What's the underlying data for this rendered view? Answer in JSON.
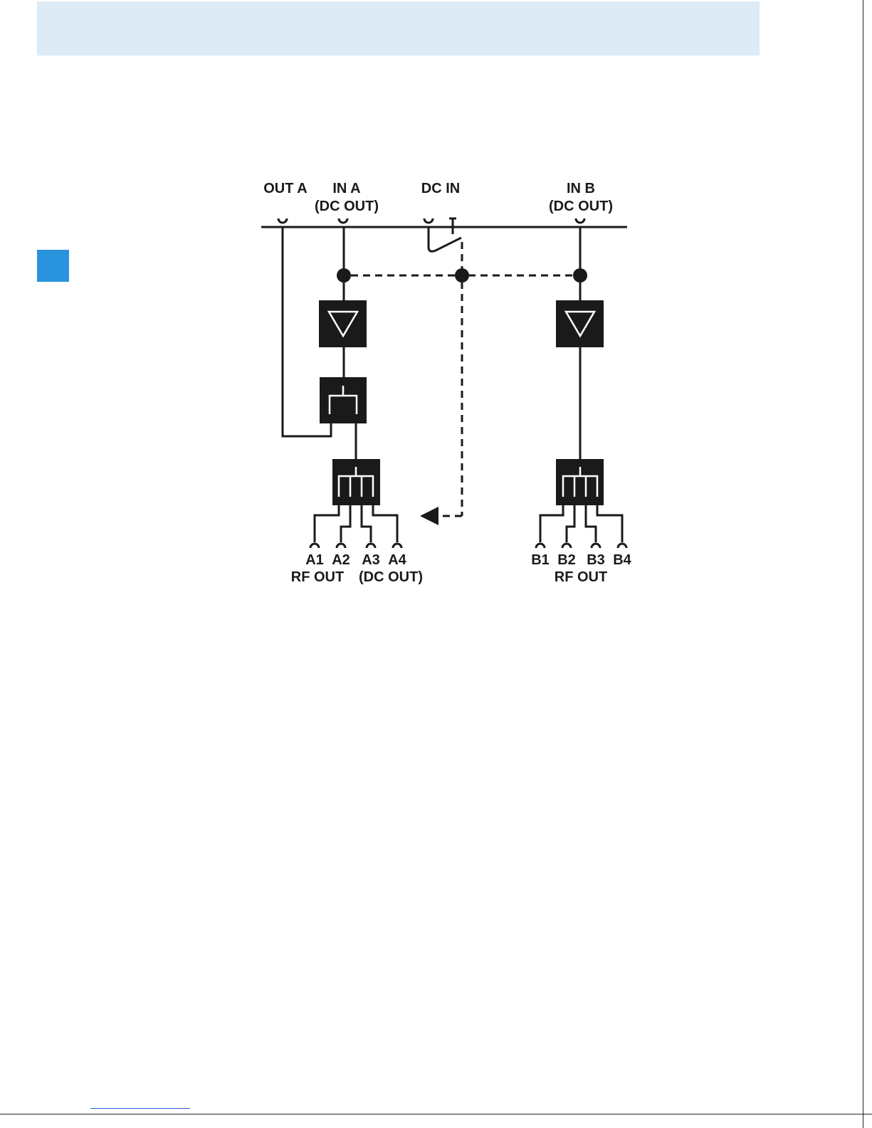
{
  "colors": {
    "header_band": "#ddebf7",
    "side_marker": "#2a93dd",
    "ink": "#1a1a1a"
  },
  "labels": {
    "out_a": "OUT A",
    "in_a": "IN A",
    "in_a_sub": "(DC OUT)",
    "dc_in": "DC IN",
    "in_b": "IN B",
    "in_b_sub": "(DC OUT)",
    "a1": "A1",
    "a2": "A2",
    "a3": "A3",
    "a4": "A4",
    "a_rf_out": "RF OUT",
    "a_dc_out": "(DC OUT)",
    "b1": "B1",
    "b2": "B2",
    "b3": "B3",
    "b4": "B4",
    "b_rf_out": "RF OUT"
  },
  "blocks": [
    {
      "name": "amplifier-a-icon"
    },
    {
      "name": "two-way-splitter-a-icon"
    },
    {
      "name": "four-way-splitter-a-icon"
    },
    {
      "name": "amplifier-b-icon"
    },
    {
      "name": "four-way-splitter-b-icon"
    }
  ]
}
